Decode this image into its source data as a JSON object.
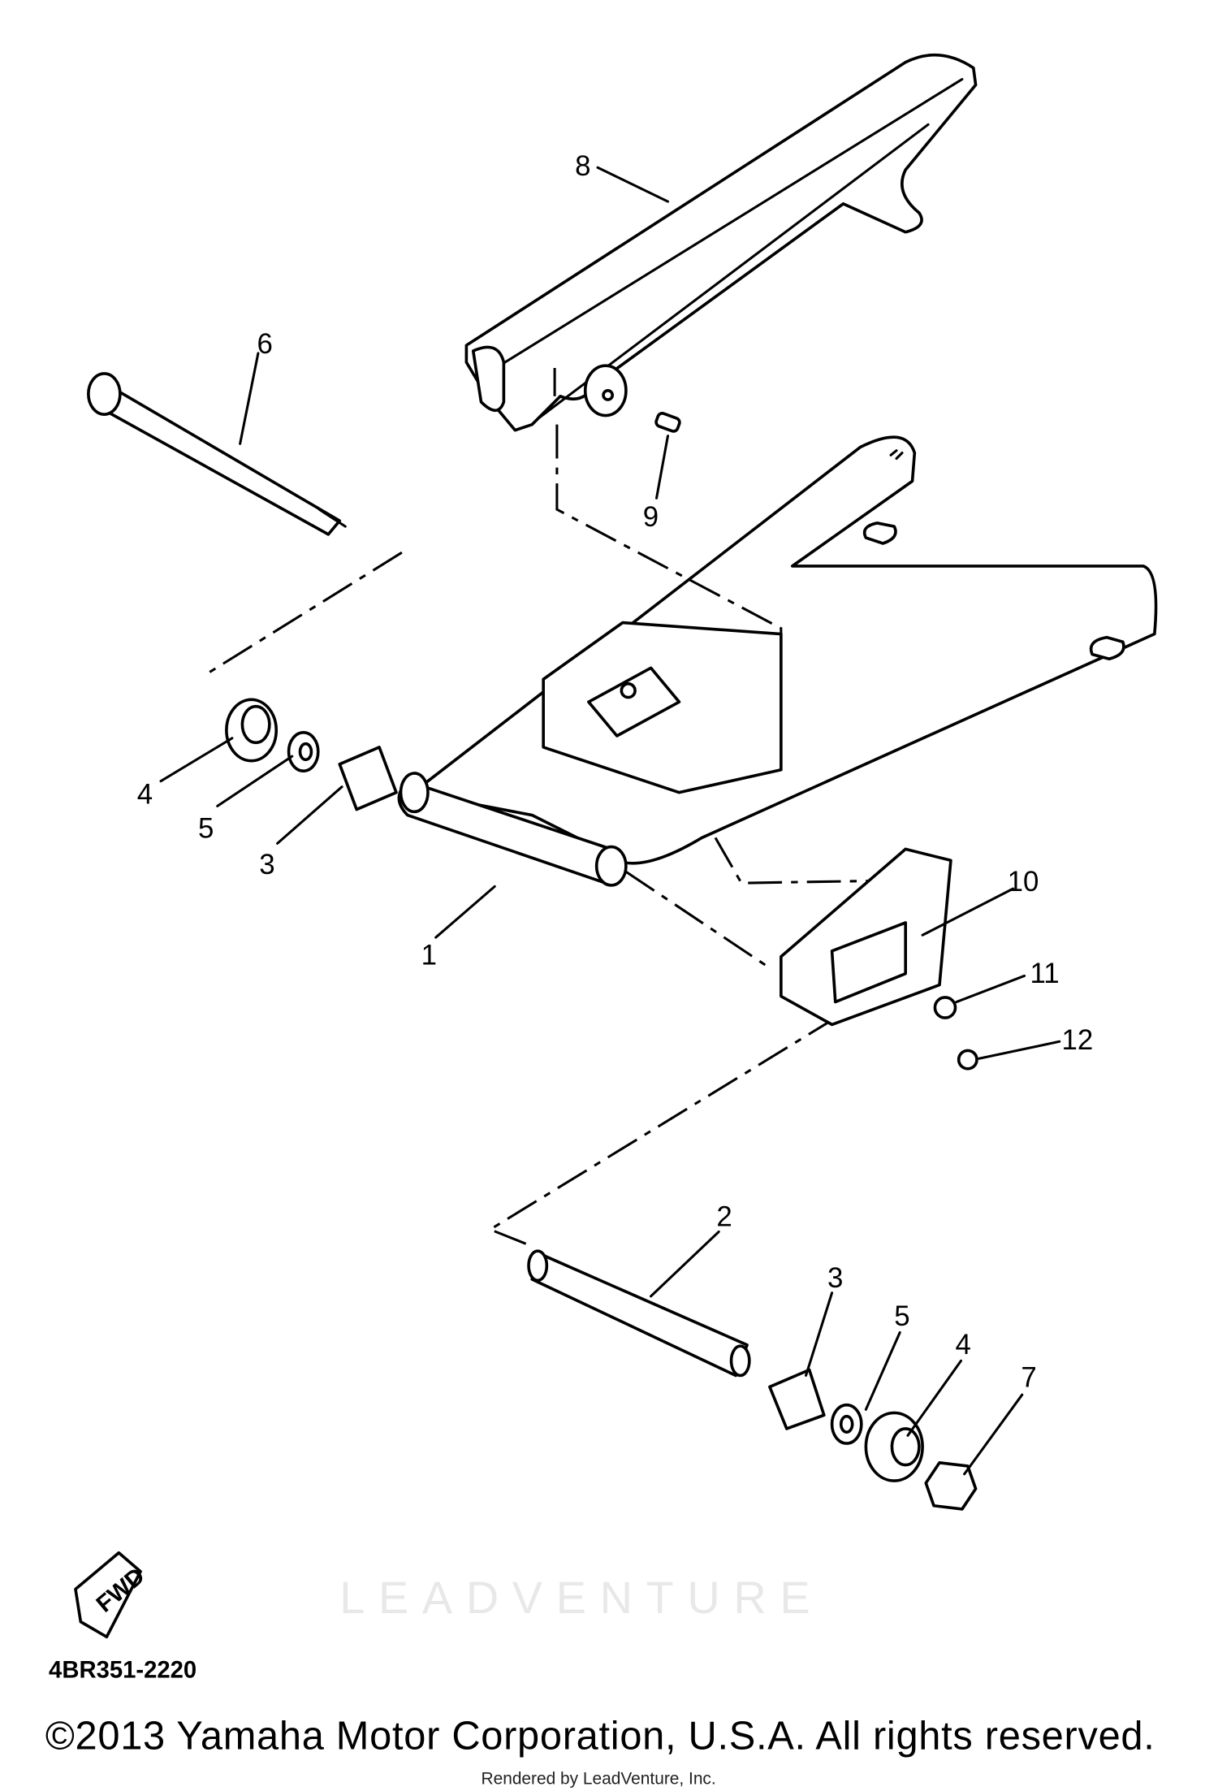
{
  "diagram": {
    "callouts": [
      {
        "id": "callout-8",
        "label": "8"
      },
      {
        "id": "callout-6",
        "label": "6"
      },
      {
        "id": "callout-9",
        "label": "9"
      },
      {
        "id": "callout-4a",
        "label": "4"
      },
      {
        "id": "callout-5a",
        "label": "5"
      },
      {
        "id": "callout-3a",
        "label": "3"
      },
      {
        "id": "callout-1",
        "label": "1"
      },
      {
        "id": "callout-10",
        "label": "10"
      },
      {
        "id": "callout-11",
        "label": "11"
      },
      {
        "id": "callout-12",
        "label": "12"
      },
      {
        "id": "callout-2",
        "label": "2"
      },
      {
        "id": "callout-3b",
        "label": "3"
      },
      {
        "id": "callout-5b",
        "label": "5"
      },
      {
        "id": "callout-4b",
        "label": "4"
      },
      {
        "id": "callout-7",
        "label": "7"
      }
    ],
    "fwd_label": "FWD",
    "diagram_code": "4BR351-2220",
    "watermark": "LEADVENTURE"
  },
  "footer": {
    "copyright": "©2013 Yamaha Motor Corporation, U.S.A. All rights reserved.",
    "rendered_by": "Rendered by LeadVenture, Inc."
  }
}
